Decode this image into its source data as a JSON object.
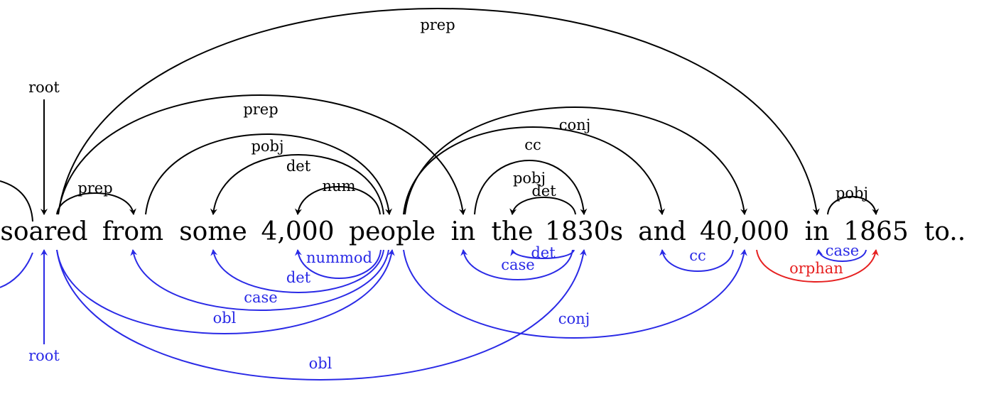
{
  "tokens": [
    "soared",
    "from",
    "some",
    "4,000",
    "people",
    "in",
    "the",
    "1830s",
    "and",
    "40,000",
    "in",
    "1865",
    "to.."
  ],
  "colors": {
    "top": "#000000",
    "bottom": "#2a2ae6",
    "highlight": "#e62020"
  },
  "root_top": {
    "label": "root",
    "target": 0
  },
  "root_bottom": {
    "label": "root",
    "target": 0
  },
  "top_arcs": [
    {
      "from": 0,
      "to": 10,
      "label": "prep"
    },
    {
      "from": 0,
      "to": 5,
      "label": "prep"
    },
    {
      "from": 0,
      "to": 1,
      "label": "prep"
    },
    {
      "from": 1,
      "to": 4,
      "label": "pobj"
    },
    {
      "from": 4,
      "to": 2,
      "label": "det"
    },
    {
      "from": 4,
      "to": 3,
      "label": "num"
    },
    {
      "from": 4,
      "to": 9,
      "label": "conj"
    },
    {
      "from": 4,
      "to": 8,
      "label": "cc"
    },
    {
      "from": 5,
      "to": 7,
      "label": "pobj"
    },
    {
      "from": 7,
      "to": 6,
      "label": "det"
    },
    {
      "from": 10,
      "to": 11,
      "label": "pobj"
    }
  ],
  "bottom_arcs": [
    {
      "from": 4,
      "to": 3,
      "label": "nummod",
      "color": "bottom"
    },
    {
      "from": 4,
      "to": 2,
      "label": "det",
      "color": "bottom"
    },
    {
      "from": 4,
      "to": 1,
      "label": "case",
      "color": "bottom"
    },
    {
      "from": 0,
      "to": 4,
      "label": "obl",
      "color": "bottom"
    },
    {
      "from": 0,
      "to": 7,
      "label": "obl",
      "color": "bottom"
    },
    {
      "from": 7,
      "to": 6,
      "label": "det",
      "color": "bottom"
    },
    {
      "from": 7,
      "to": 5,
      "label": "case",
      "color": "bottom"
    },
    {
      "from": 9,
      "to": 8,
      "label": "cc",
      "color": "bottom"
    },
    {
      "from": 4,
      "to": 9,
      "label": "conj",
      "color": "bottom"
    },
    {
      "from": 9,
      "to": 11,
      "label": "orphan",
      "color": "highlight"
    },
    {
      "from": 11,
      "to": 10,
      "label": "case",
      "color": "bottom"
    }
  ]
}
